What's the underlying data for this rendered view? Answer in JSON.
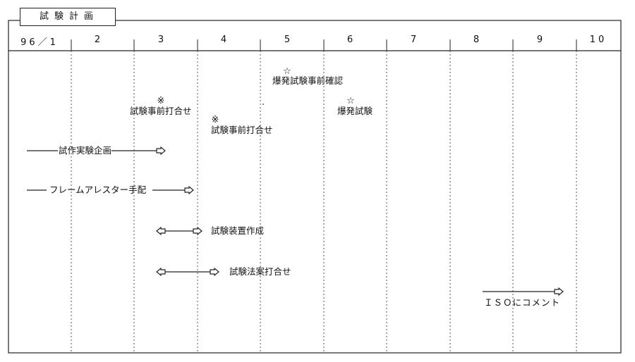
{
  "title": "試験計画",
  "months": [
    "96／1",
    "2",
    "3",
    "4",
    "5",
    "6",
    "7",
    "8",
    "9",
    "10"
  ],
  "milestones": [
    {
      "mark": "☆",
      "label": "爆発試験事前確認"
    },
    {
      "mark": "※",
      "label": "試験事前打合せ"
    },
    {
      "mark": "☆",
      "label": "爆発試験"
    },
    {
      "mark": "※",
      "label": "試験事前打合せ"
    }
  ],
  "tasks": [
    {
      "label": "試作実験企画",
      "start": "1",
      "end": "3"
    },
    {
      "label": "フレームアレスター手配",
      "start": "1",
      "end": "3"
    },
    {
      "label": "試験装置作成",
      "start": "3",
      "end": "4"
    },
    {
      "label": "試験法案打合せ",
      "start": "3",
      "end": "4"
    },
    {
      "label": "ＩＳＯにコメント",
      "start": "8",
      "end": "9"
    }
  ]
}
